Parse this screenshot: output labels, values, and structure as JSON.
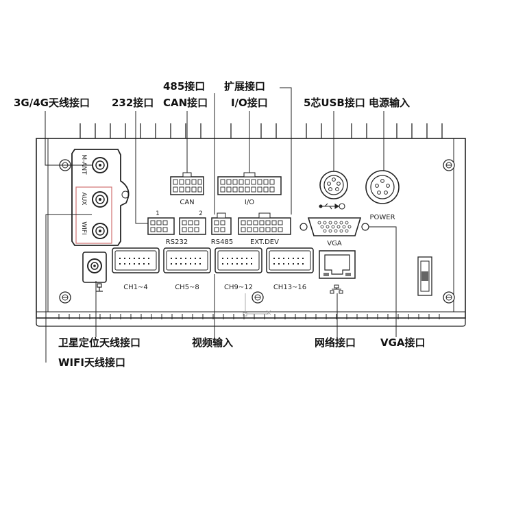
{
  "callouts": {
    "antenna_3g4g": "3G/4G天线接口",
    "rs232": "232接口",
    "rs485": "485接口",
    "can": "CAN接口",
    "expansion": "扩展接口",
    "io": "I/O接口",
    "usb5": "5芯USB接口",
    "power_input": "电源输入",
    "gps_antenna": "卫星定位天线接口",
    "wifi_antenna": "WIFI天线接口",
    "video_input": "视频输入",
    "network": "网络接口",
    "vga": "VGA接口"
  },
  "panel_labels": {
    "can": "CAN",
    "io": "I/O",
    "power": "POWER",
    "rs232": "RS232",
    "rs232_port1": "1",
    "rs232_port2": "2",
    "rs485": "RS485",
    "ext_dev": "EXT.DEV",
    "vga": "VGA",
    "ch1_4": "CH1~4",
    "ch5_8": "CH5~8",
    "ch9_12": "CH9~12",
    "ch13_16": "CH13~16",
    "m_ant": "M-ANT",
    "aux": "AUX",
    "wifi": "WIFI"
  },
  "colors": {
    "line": "#222222",
    "accent_box": "#d07070",
    "panel_fill": "#ffffff"
  }
}
